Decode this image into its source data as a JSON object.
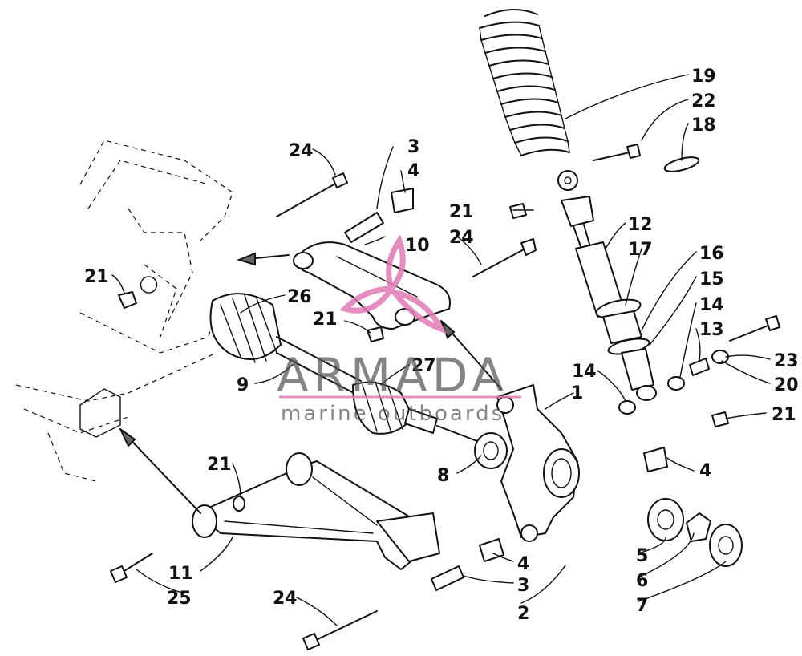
{
  "callouts": [
    {
      "id": "c1",
      "text": "1"
    },
    {
      "id": "c2",
      "text": "2"
    },
    {
      "id": "c3a",
      "text": "3"
    },
    {
      "id": "c3b",
      "text": "3"
    },
    {
      "id": "c4a",
      "text": "4"
    },
    {
      "id": "c4b",
      "text": "4"
    },
    {
      "id": "c4c",
      "text": "4"
    },
    {
      "id": "c5",
      "text": "5"
    },
    {
      "id": "c6",
      "text": "6"
    },
    {
      "id": "c7",
      "text": "7"
    },
    {
      "id": "c8",
      "text": "8"
    },
    {
      "id": "c9",
      "text": "9"
    },
    {
      "id": "c10",
      "text": "10"
    },
    {
      "id": "c11",
      "text": "11"
    },
    {
      "id": "c12",
      "text": "12"
    },
    {
      "id": "c13",
      "text": "13"
    },
    {
      "id": "c14a",
      "text": "14"
    },
    {
      "id": "c14b",
      "text": "14"
    },
    {
      "id": "c15",
      "text": "15"
    },
    {
      "id": "c16",
      "text": "16"
    },
    {
      "id": "c17",
      "text": "17"
    },
    {
      "id": "c18",
      "text": "18"
    },
    {
      "id": "c19",
      "text": "19"
    },
    {
      "id": "c20",
      "text": "20"
    },
    {
      "id": "c21a",
      "text": "21"
    },
    {
      "id": "c21b",
      "text": "21"
    },
    {
      "id": "c21c",
      "text": "21"
    },
    {
      "id": "c21d",
      "text": "21"
    },
    {
      "id": "c21e",
      "text": "21"
    },
    {
      "id": "c22",
      "text": "22"
    },
    {
      "id": "c23",
      "text": "23"
    },
    {
      "id": "c24a",
      "text": "24"
    },
    {
      "id": "c24b",
      "text": "24"
    },
    {
      "id": "c24c",
      "text": "24"
    },
    {
      "id": "c25",
      "text": "25"
    },
    {
      "id": "c26",
      "text": "26"
    },
    {
      "id": "c27",
      "text": "27"
    }
  ],
  "watermark": {
    "title": "ARMADA",
    "subtitle": "marine outboards",
    "accent_color": "#e07ab4",
    "text_color": "#555555"
  }
}
